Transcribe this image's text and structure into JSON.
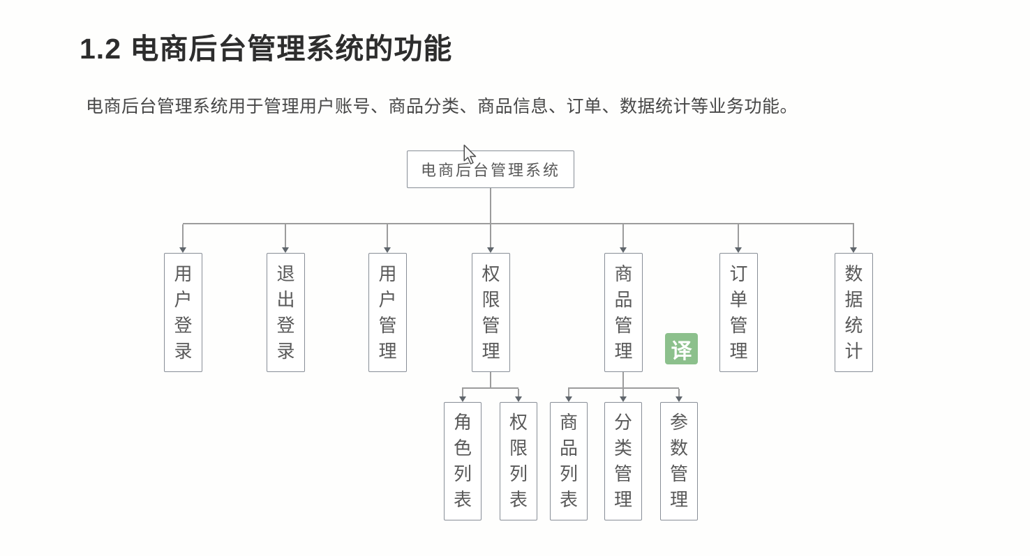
{
  "page": {
    "title": "1.2 电商后台管理系统的功能",
    "description": "电商后台管理系统用于管理用户账号、商品分类、商品信息、订单、数据统计等业务功能。"
  },
  "diagram": {
    "root": {
      "label": "电商后台管理系统"
    },
    "level1": [
      {
        "label": "用户登录"
      },
      {
        "label": "退出登录"
      },
      {
        "label": "用户管理"
      },
      {
        "label": "权限管理"
      },
      {
        "label": "商品管理"
      },
      {
        "label": "订单管理"
      },
      {
        "label": "数据统计"
      }
    ],
    "level2_permission": [
      {
        "label": "角色列表"
      },
      {
        "label": "权限列表"
      }
    ],
    "level2_goods": [
      {
        "label": "商品列表"
      },
      {
        "label": "分类管理"
      },
      {
        "label": "参数管理"
      }
    ]
  },
  "overlay": {
    "translate_badge": "译"
  },
  "colors": {
    "title_text": "#2d2d2d",
    "body_text": "#474747",
    "box_border": "#878d96",
    "box_text": "#595959",
    "line": "#9c9c9c",
    "arrowhead": "#60666c",
    "badge_bg": "#8cc08c",
    "badge_text": "#ffffff"
  }
}
